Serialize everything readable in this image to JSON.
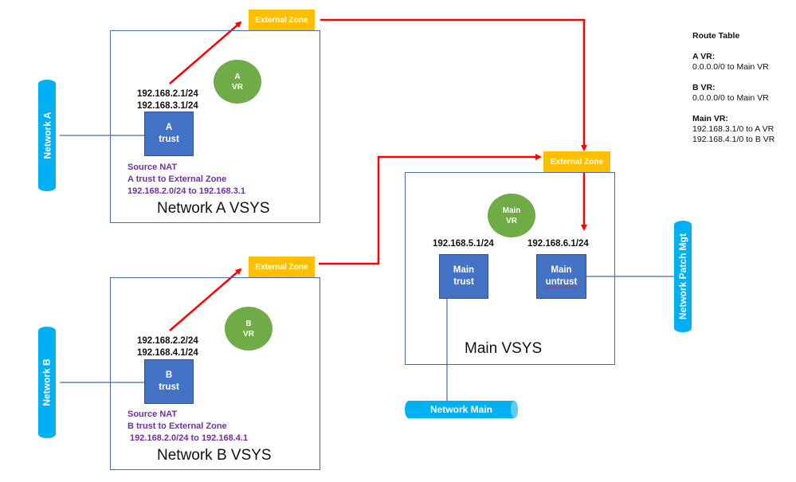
{
  "colors": {
    "zone": "#fdbf00",
    "vr": "#6fab46",
    "interface": "#4472c4",
    "network": "#00b0f0",
    "flow_arrow": "#ff0000",
    "nat_text": "#7030a0",
    "link": "#4a69a8"
  },
  "vsys": {
    "a": {
      "title": "Network A VSYS",
      "zone": "External Zone",
      "vr": {
        "line1": "A",
        "line2": "VR"
      },
      "interface": {
        "line1": "A",
        "line2": "trust"
      },
      "ips": [
        "192.168.2.1/24",
        "192.168.3.1/24"
      ],
      "nat": [
        "Source NAT",
        "A trust to External Zone",
        "192.168.2.0/24 to 192.168.3.1"
      ],
      "network": "Network A"
    },
    "b": {
      "title": "Network B VSYS",
      "zone": "External Zone",
      "vr": {
        "line1": "B",
        "line2": "VR"
      },
      "interface": {
        "line1": "B",
        "line2": "trust"
      },
      "ips": [
        "192.168.2.2/24",
        "192.168.4.1/24"
      ],
      "nat": [
        "Source NAT",
        "B trust to External Zone",
        " 192.168.2.0/24 to 192.168.4.1"
      ],
      "network": "Network B"
    },
    "main": {
      "title": "Main VSYS",
      "zone": "External Zone",
      "vr": {
        "line1": "Main",
        "line2": "VR"
      },
      "trust": {
        "line1": "Main",
        "line2": "trust",
        "ip": "192.168.5.1/24"
      },
      "untrust": {
        "line1": "Main",
        "line2": "untrust",
        "ip": "192.168.6.1/24"
      },
      "network_main": "Network Main",
      "network_patch": "Network Patch Mgt"
    }
  },
  "route_table": {
    "title": "Route Table",
    "sections": [
      {
        "header": "A VR:",
        "routes": [
          "0.0.0.0/0 to Main VR"
        ]
      },
      {
        "header": "B VR:",
        "routes": [
          "0.0.0.0/0 to Main VR"
        ]
      },
      {
        "header": "Main VR:",
        "routes": [
          "192.168.3.1/0 to A VR",
          "192.168.4.1/0 to B VR"
        ]
      }
    ]
  }
}
